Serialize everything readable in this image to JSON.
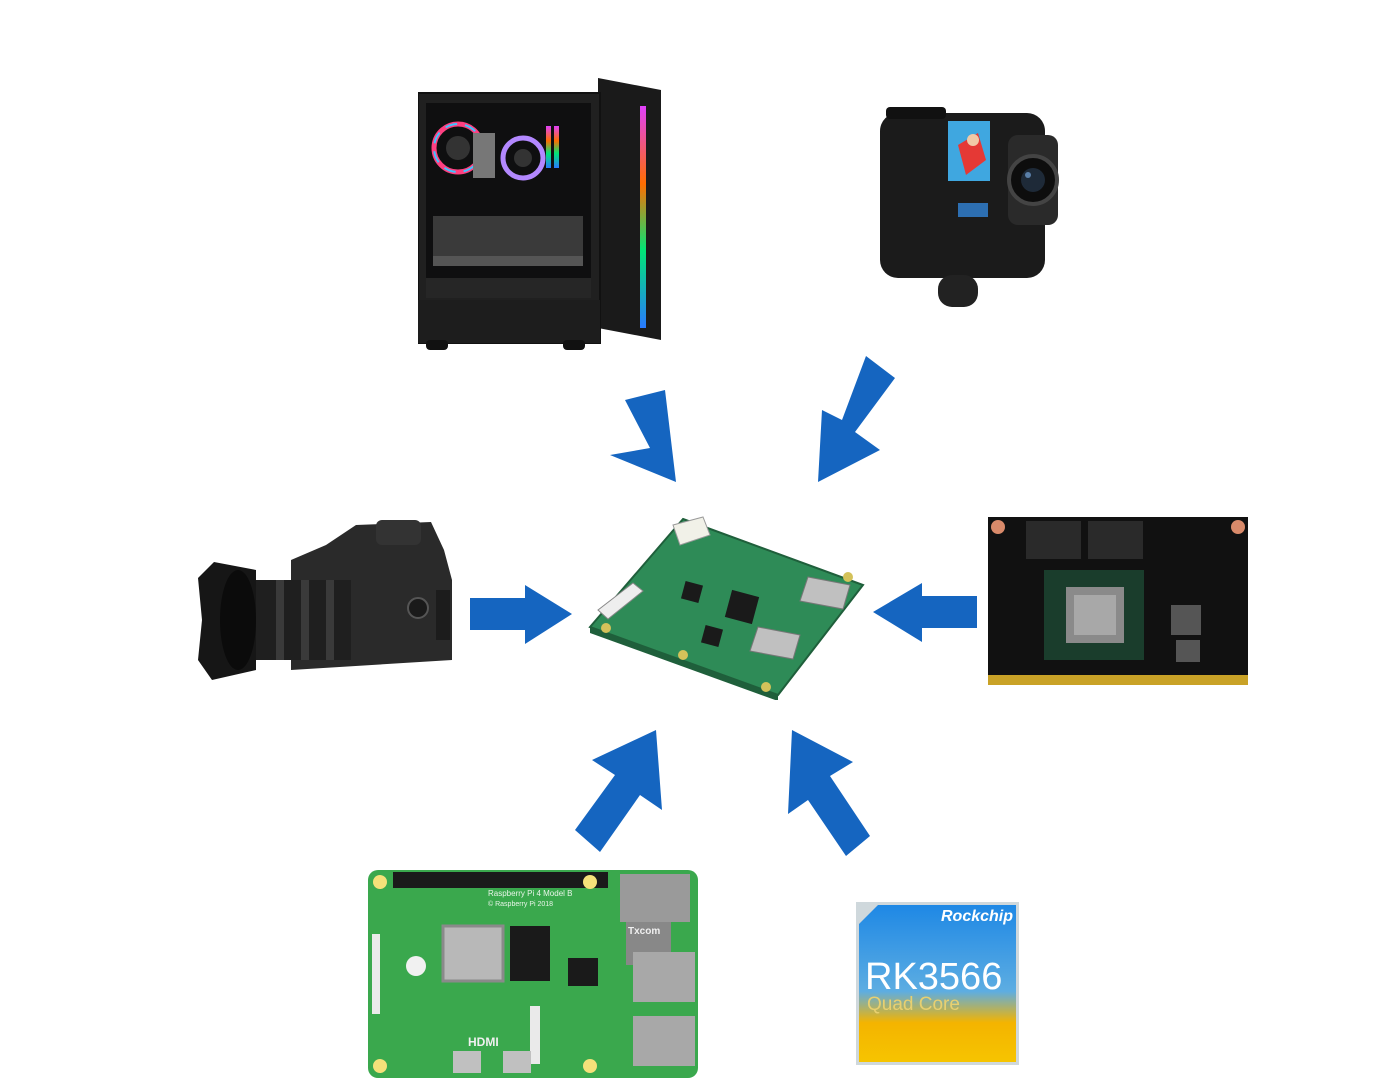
{
  "diagram": {
    "center_device": {
      "name": "hdmi-to-csi2-board-icon"
    },
    "sources": [
      {
        "id": "pc",
        "icon": "desktop-pc-tower-icon"
      },
      {
        "id": "action-camera",
        "icon": "action-camera-icon"
      },
      {
        "id": "dslr",
        "icon": "dslr-camera-icon"
      },
      {
        "id": "jetson",
        "icon": "jetson-module-icon"
      },
      {
        "id": "raspberry-pi",
        "icon": "raspberry-pi-board-icon"
      },
      {
        "id": "rockchip",
        "icon": "rockchip-chip-icon"
      }
    ],
    "arrow_color": "#1565c0"
  },
  "raspberry_pi": {
    "silk_top": "Raspberry Pi 4 Model B",
    "silk_copyright": "© Raspberry Pi 2018",
    "hdmi_label": "HDMI",
    "wifi_brand": "Txcom"
  },
  "chip": {
    "brand": "Rockchip",
    "model": "RK3566",
    "subtitle": "Quad Core",
    "colors": {
      "top": "#1e88e5",
      "bottom": "#f4b400"
    }
  }
}
